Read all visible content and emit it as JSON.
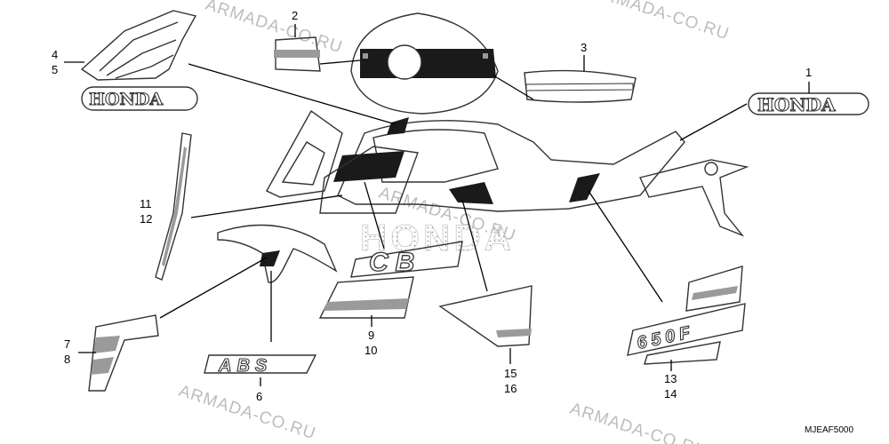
{
  "watermark": "ARMADA-CO.RU",
  "diagram_code": "MJEAF5000",
  "brand_text": "HONDA",
  "model_text": "CB",
  "abs_text": "ABS",
  "cc_text": "650F",
  "callouts": {
    "c1": "1",
    "c2": "2",
    "c3": "3",
    "c4": "4",
    "c5": "5",
    "c6": "6",
    "c7": "7",
    "c8": "8",
    "c9": "9",
    "c10": "10",
    "c11": "11",
    "c12": "12",
    "c13": "13",
    "c14": "14",
    "c15": "15",
    "c16": "16"
  }
}
